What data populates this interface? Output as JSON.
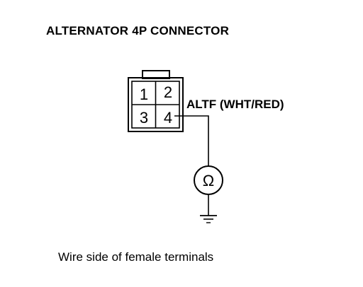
{
  "title": "ALTERNATOR 4P CONNECTOR",
  "connector": {
    "terminals": [
      "1",
      "2",
      "3",
      "4"
    ]
  },
  "wire_label": "ALTF (WHT/RED)",
  "meter_symbol": "Ω",
  "caption": "Wire side of female terminals",
  "icons": {
    "meter": "ohmmeter-icon",
    "ground": "ground-icon"
  }
}
